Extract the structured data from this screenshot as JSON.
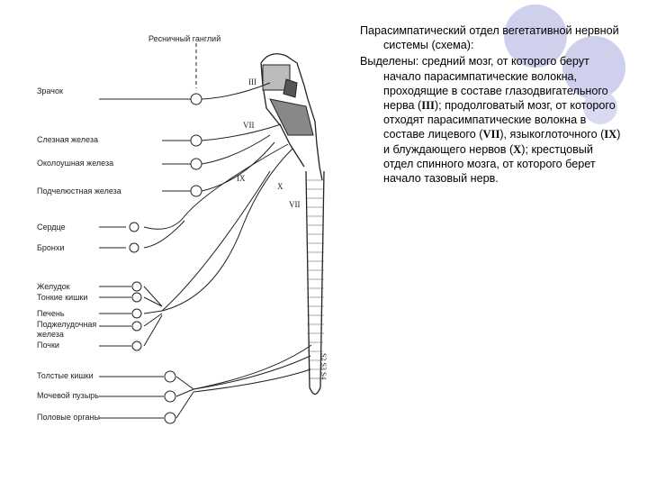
{
  "diagram": {
    "labels": {
      "ciliary_ganglion": "Ресничный ганглий",
      "pupil": "Зрачок",
      "lacrimal": "Слезная железа",
      "parotid": "Околоушная железа",
      "submandibular": "Подчелюстная железа",
      "heart": "Сердце",
      "bronchi": "Бронхи",
      "stomach": "Желудок",
      "small_intestine": "Тонкие кишки",
      "liver": "Печень",
      "pancreas_1": "Поджелудочная",
      "pancreas_2": "железа",
      "kidneys": "Почки",
      "large_intestine": "Толстые кишки",
      "bladder": "Мочевой пузырь",
      "genitals": "Половые органы"
    },
    "nerves": {
      "n3": "III",
      "n7a": "VII",
      "n9": "IX",
      "n10": "X",
      "n7b": "VII",
      "sacral": "S2 S3 S4"
    }
  },
  "text": {
    "p1": "Парасимпатический отдел вегетативной нервной системы (схема):",
    "p2_a": "Выделены: средний мозг, от которого берут начало парасимпатические волокна, проходящие в составе глазодвигательного нерва (",
    "p2_b": "III",
    "p2_c": "); продолговатый мозг, от которого отходят парасимпатические волокна в составе лицевого (",
    "p2_d": "VII",
    "p2_e": "), языкоглоточного (",
    "p2_f": "IX",
    "p2_g": ") и блуждающего нервов (",
    "p2_h": "X",
    "p2_i": "); крестцовый отдел спинного мозга, от которого берет начало тазовый нерв."
  }
}
